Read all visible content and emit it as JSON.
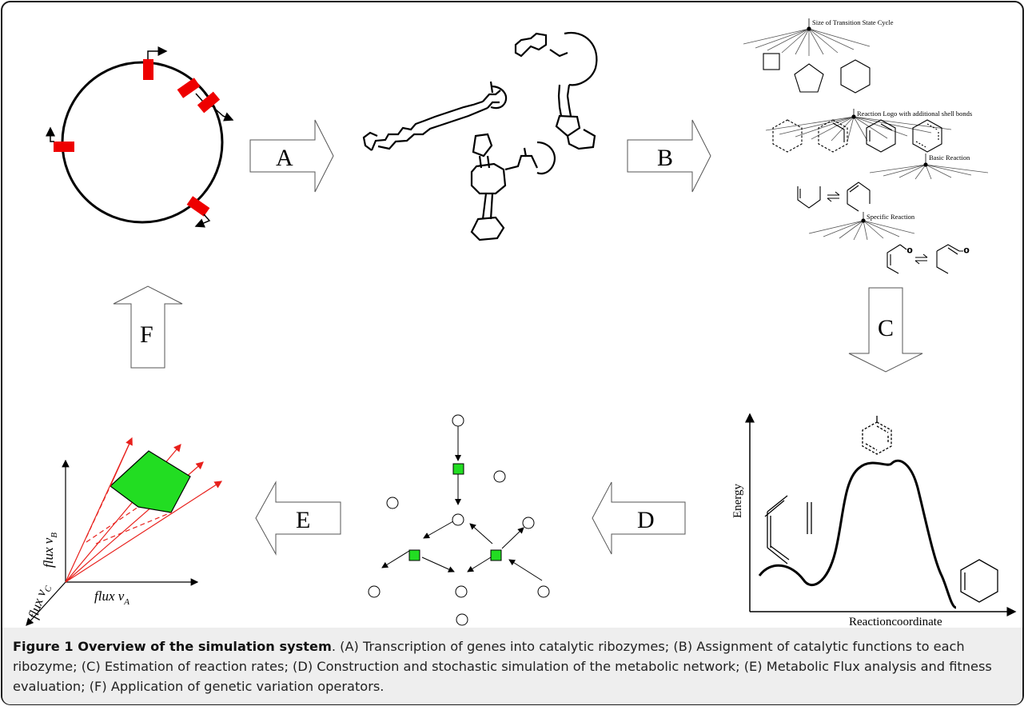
{
  "figure": {
    "arrows": {
      "a": "A",
      "b": "B",
      "c": "C",
      "d": "D",
      "e": "E",
      "f": "F"
    },
    "tree": {
      "level1": "Size of Transition State Cycle",
      "level2": "Reaction Logo with additional shell bonds",
      "level3": "Basic Reaction",
      "level4": "Specific Reaction"
    },
    "energy_plot": {
      "ylabel": "Energy",
      "xlabel": "Reactioncoordinate"
    },
    "flux_plot": {
      "x_axis_base": "flux v",
      "x_axis_sub": "A",
      "y_axis_base": "flux v",
      "y_axis_sub": "B",
      "z_axis_base": "flux v",
      "z_axis_sub": "C"
    },
    "colors": {
      "gene_red": "#ee0000",
      "ray_red": "#e8201c",
      "polygon_green": "#22dd22",
      "node_green": "#22dd22",
      "caption_bg": "#eeeeee"
    }
  },
  "caption": {
    "title": "Figure 1 Overview of the simulation system",
    "body": ". (A) Transcription of genes into catalytic ribozymes; (B) Assignment of catalytic functions to each ribozyme; (C) Estimation of reaction rates; (D) Construction and stochastic simulation of the metabolic network; (E) Metabolic Flux analysis and fitness evaluation; (F) Application of genetic variation operators."
  }
}
